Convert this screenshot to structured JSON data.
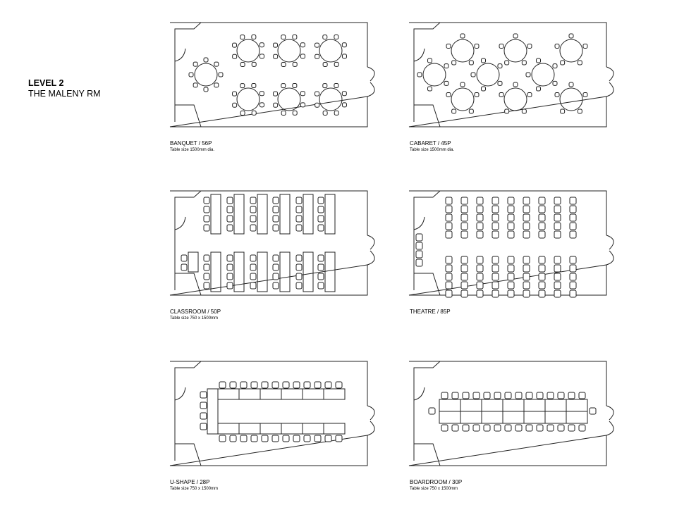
{
  "heading": {
    "level": "LEVEL 2",
    "room": "THE MALENY RM"
  },
  "layouts": [
    {
      "key": "banquet",
      "title": "BANQUET / 56P",
      "subtitle": "Table size 1500mm dia."
    },
    {
      "key": "cabaret",
      "title": "CABARET / 45P",
      "subtitle": "Table size 1500mm dia."
    },
    {
      "key": "classroom",
      "title": "CLASSROOM / 50P",
      "subtitle": "Table size 750 x 1500mm"
    },
    {
      "key": "theatre",
      "title": "THEATRE / 85P",
      "subtitle": ""
    },
    {
      "key": "ushape",
      "title": "U-SHAPE / 28P",
      "subtitle": "Table size 750 x 1500mm"
    },
    {
      "key": "boardroom",
      "title": "BOARDROOM / 30P",
      "subtitle": "Table size 750 x 1500mm"
    }
  ]
}
